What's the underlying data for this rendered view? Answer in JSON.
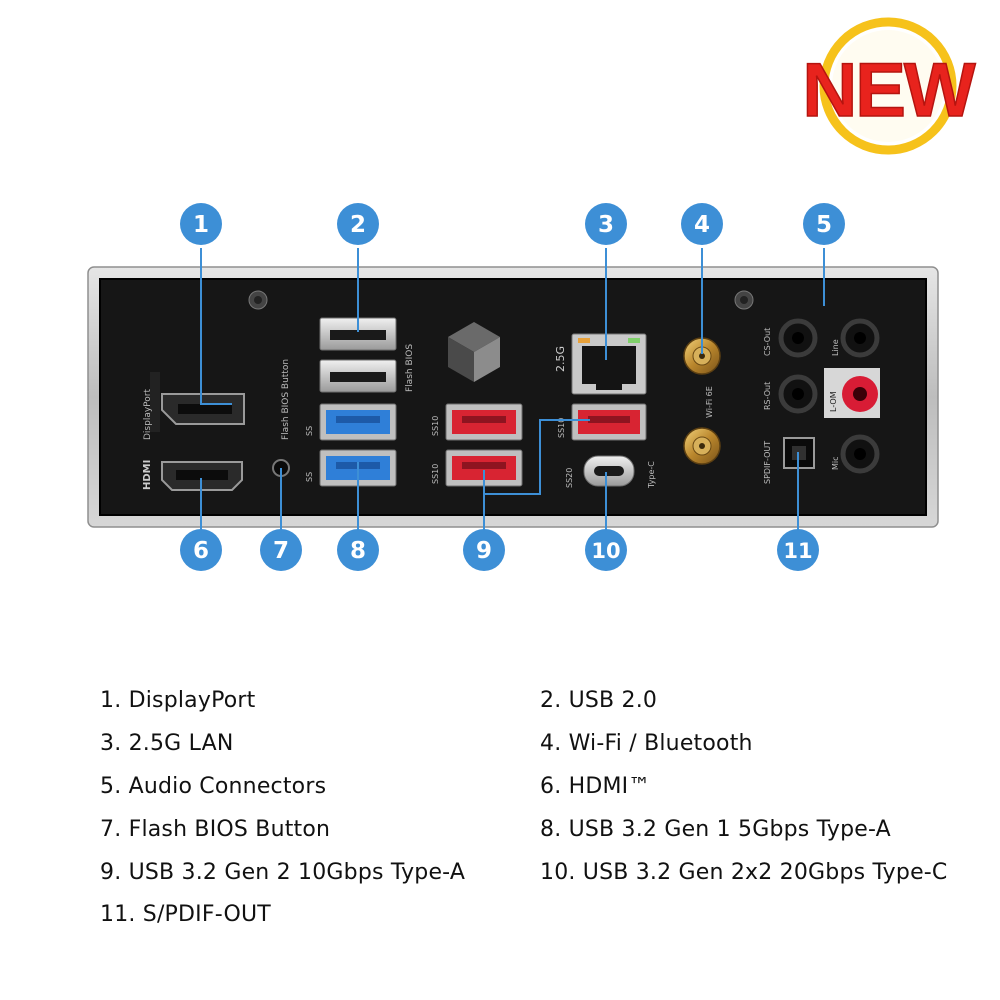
{
  "badge": {
    "text": "NEW",
    "fill": "#e8231d",
    "ring": "#f6c21b"
  },
  "panel": {
    "brand_colors": {
      "callout": "#3d8fd6",
      "panel_bg": "#191919",
      "usb2": "#b5b5b5",
      "usb5g": "#2f7fd8",
      "usb10g": "#d82432",
      "mic": "#d81c35"
    },
    "labels": {
      "displayport": "DisplayPort",
      "hdmi": "HDMI",
      "flash_bios_button": "Flash BIOS Button",
      "flash_bios": "Flash BIOS",
      "lan_speed": "2.5G",
      "wifi": "Wi-Fi 6E",
      "type_c": "Type-C",
      "cs_out": "CS-Out",
      "rs_out": "RS-Out",
      "line_in": "Line",
      "l_out": "L-OM",
      "mic_in": "Mic",
      "spdif_out": "SPDIF-OUT",
      "ss_tag": "SS",
      "ss10_tag": "SS10",
      "ss20_tag": "SS20"
    }
  },
  "callouts": [
    {
      "num": "1",
      "name": "displayport"
    },
    {
      "num": "2",
      "name": "usb-2"
    },
    {
      "num": "3",
      "name": "lan"
    },
    {
      "num": "4",
      "name": "wifi"
    },
    {
      "num": "5",
      "name": "audio"
    },
    {
      "num": "6",
      "name": "hdmi"
    },
    {
      "num": "7",
      "name": "flash-bios-button"
    },
    {
      "num": "8",
      "name": "usb-5g"
    },
    {
      "num": "9",
      "name": "usb-10g"
    },
    {
      "num": "10",
      "name": "usb-c-20g"
    },
    {
      "num": "11",
      "name": "spdif"
    }
  ],
  "legend": [
    "1. DisplayPort",
    "2. USB 2.0",
    "3. 2.5G LAN",
    "4. Wi-Fi / Bluetooth",
    "5. Audio Connectors",
    "6. HDMI™",
    "7. Flash BIOS Button",
    "8. USB 3.2 Gen 1 5Gbps Type-A",
    "9. USB 3.2 Gen 2 10Gbps Type-A",
    "10. USB 3.2 Gen 2x2 20Gbps Type-C",
    "11. S/PDIF-OUT"
  ]
}
